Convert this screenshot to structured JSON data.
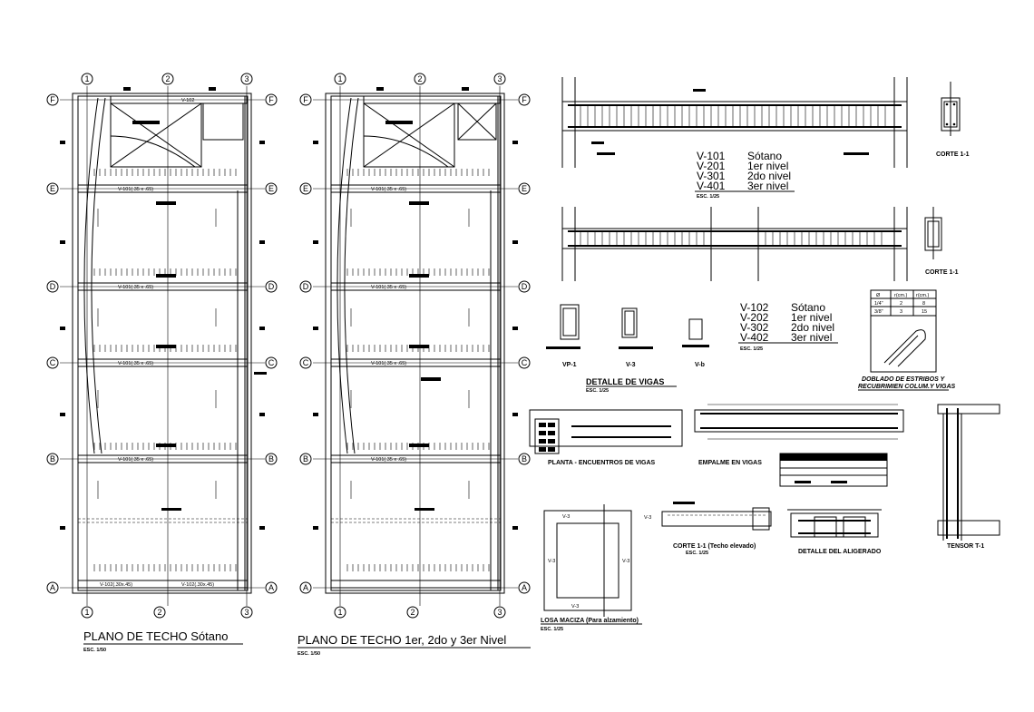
{
  "plan1": {
    "title": "PLANO DE TECHO Sótano",
    "scale": "ESC. 1/50",
    "cols": [
      "1",
      "2",
      "3"
    ],
    "rows": [
      "F",
      "E",
      "D",
      "C",
      "B",
      "A"
    ],
    "beams": [
      "V-101(.35 x .65)",
      "V-101(.35 x .65)",
      "V-101(.35 x .65)",
      "V-101(.35 x .65)"
    ],
    "beam_top": "V-102",
    "beam_bot": [
      "V-102(.30x.45)",
      "V-102(.30x.45)"
    ]
  },
  "plan2": {
    "title": "PLANO DE TECHO  1er, 2do y 3er Nivel",
    "scale": "ESC. 1/50"
  },
  "legend1": {
    "codes": [
      "V-101",
      "V-201",
      "V-301",
      "V-401"
    ],
    "levels": [
      "Sótano",
      "1er nivel",
      "2do nivel",
      "3er nivel"
    ],
    "scale": "ESC. 1/25"
  },
  "legend2": {
    "codes": [
      "V-102",
      "V-202",
      "V-302",
      "V-402"
    ],
    "levels": [
      "Sótano",
      "1er nivel",
      "2do nivel",
      "3er nivel"
    ],
    "scale": "ESC. 1/25"
  },
  "labels": {
    "corte1": "CORTE 1-1",
    "corte2": "CORTE 1-1",
    "vp1": "VP-1",
    "v3": "V-3",
    "vb": "V-b",
    "detalle": "DETALLE DE VIGAS",
    "detalle_esc": "ESC. 1/25",
    "doblado1": "DOBLADO DE ESTRIBOS Y",
    "doblado2": "RECUBRIMIEN COLUM.Y VIGAS",
    "planta": "PLANTA - ENCUENTROS DE VIGAS",
    "empalme": "EMPALME EN VIGAS",
    "losa": "LOSA MACIZA (Para alzamiento)",
    "losa_esc": "ESC. 1/25",
    "corte_techo": "CORTE 1-1 (Techo elevado)",
    "corte_techo_esc": "ESC. 1/25",
    "aligerado": "DETALLE DEL ALIGERADO",
    "tensor": "TENSOR T-1",
    "v3a": "V-3",
    "v3b": "V-3",
    "v3c": "V-3",
    "v3d": "V-3",
    "v3e": "V-3"
  },
  "table": {
    "header": [
      "Ø",
      "r(cm.)",
      "r(cm.)"
    ],
    "rows": [
      [
        "1/4\"",
        "2",
        "8"
      ],
      [
        "3/8\"",
        "3",
        "15"
      ]
    ]
  }
}
